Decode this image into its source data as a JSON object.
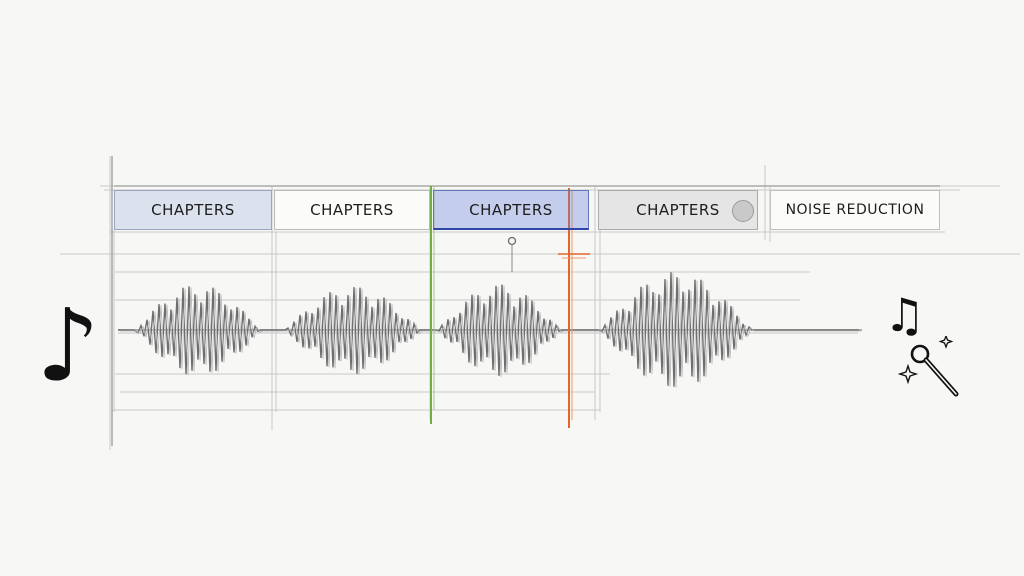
{
  "tabs": [
    {
      "label": "CHAPTERS",
      "state": "highlighted"
    },
    {
      "label": "CHAPTERS",
      "state": "normal"
    },
    {
      "label": "CHAPTERS",
      "state": "selected"
    },
    {
      "label": "CHAPTERS",
      "state": "dimmed"
    },
    {
      "label": "NOISE REDUCTION",
      "state": "normal"
    }
  ],
  "markers": {
    "playhead_color": "#6fae4a",
    "cut_marker_color": "#e2672a"
  },
  "icons": {
    "left": "music-note-icon",
    "right": [
      "double-music-note-icon",
      "magnifier-sparkle-icon"
    ]
  },
  "glyphs": {
    "note_left": "♪",
    "notes_right": "♫"
  }
}
